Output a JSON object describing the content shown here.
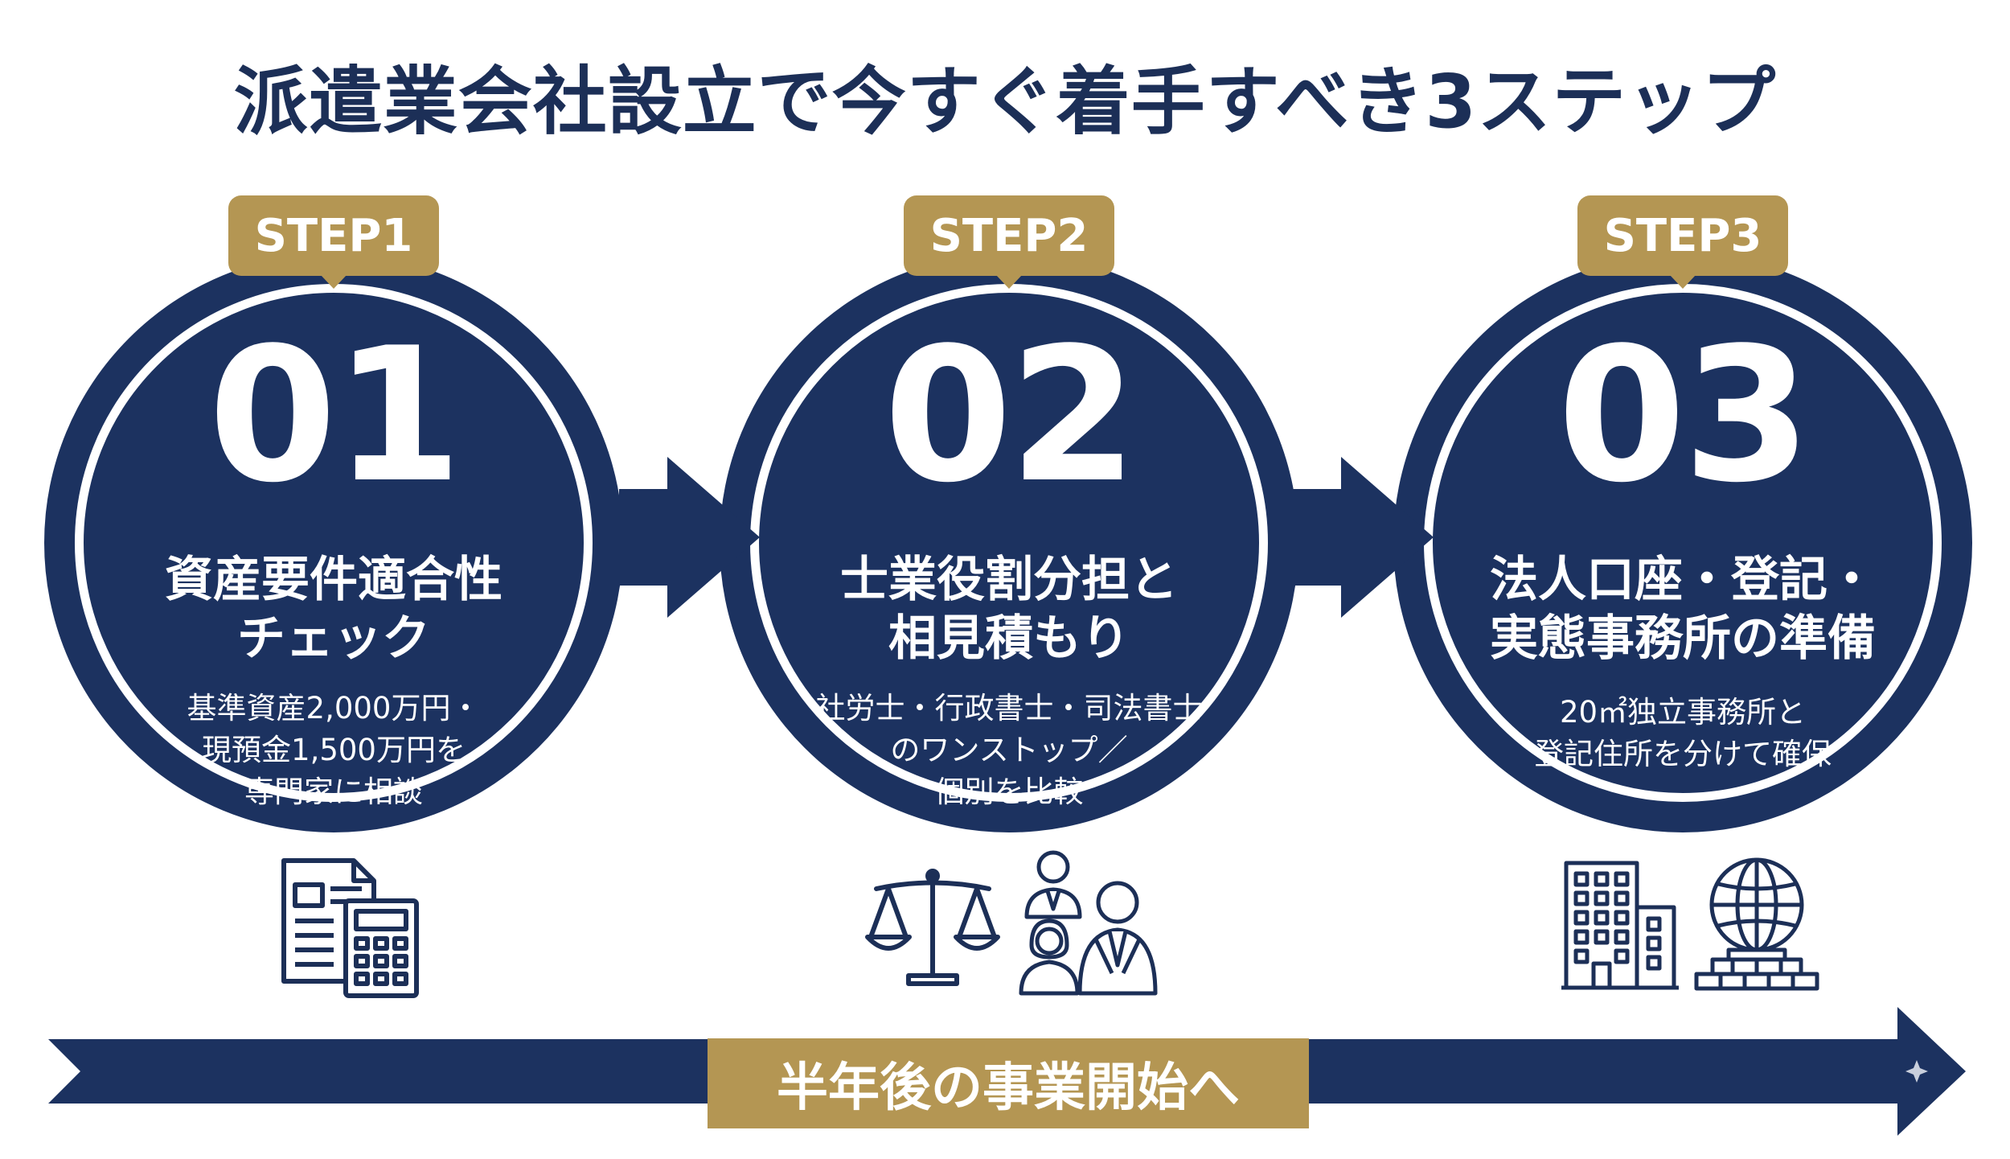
{
  "title": "派遣業会社設立で今すぐ着手すべき3ステップ",
  "colors": {
    "navy": "#1c3260",
    "gold": "#b49653",
    "white": "#ffffff"
  },
  "steps": [
    {
      "badge": "STEP1",
      "number": "01",
      "heading": [
        "資産要件適合性",
        "チェック"
      ],
      "description": [
        "基準資産2,000万円・",
        "現預金1,500万円を",
        "専門家に相談"
      ],
      "icons": [
        "document-icon",
        "calculator-icon"
      ]
    },
    {
      "badge": "STEP2",
      "number": "02",
      "heading": [
        "士業役割分担と",
        "相見積もり"
      ],
      "description": [
        "社労士・行政書士・司法書士",
        "のワンストップ／",
        "個別を比較"
      ],
      "icons": [
        "scales-icon",
        "professionals-icon"
      ]
    },
    {
      "badge": "STEP3",
      "number": "03",
      "heading": [
        "法人口座・登記・",
        "実態事務所の準備"
      ],
      "description": [
        "20㎡独立事務所と",
        "登記住所を分けて確保"
      ],
      "icons": [
        "office-building-icon",
        "globe-icon"
      ]
    }
  ],
  "bottom_banner": "半年後の事業開始へ"
}
